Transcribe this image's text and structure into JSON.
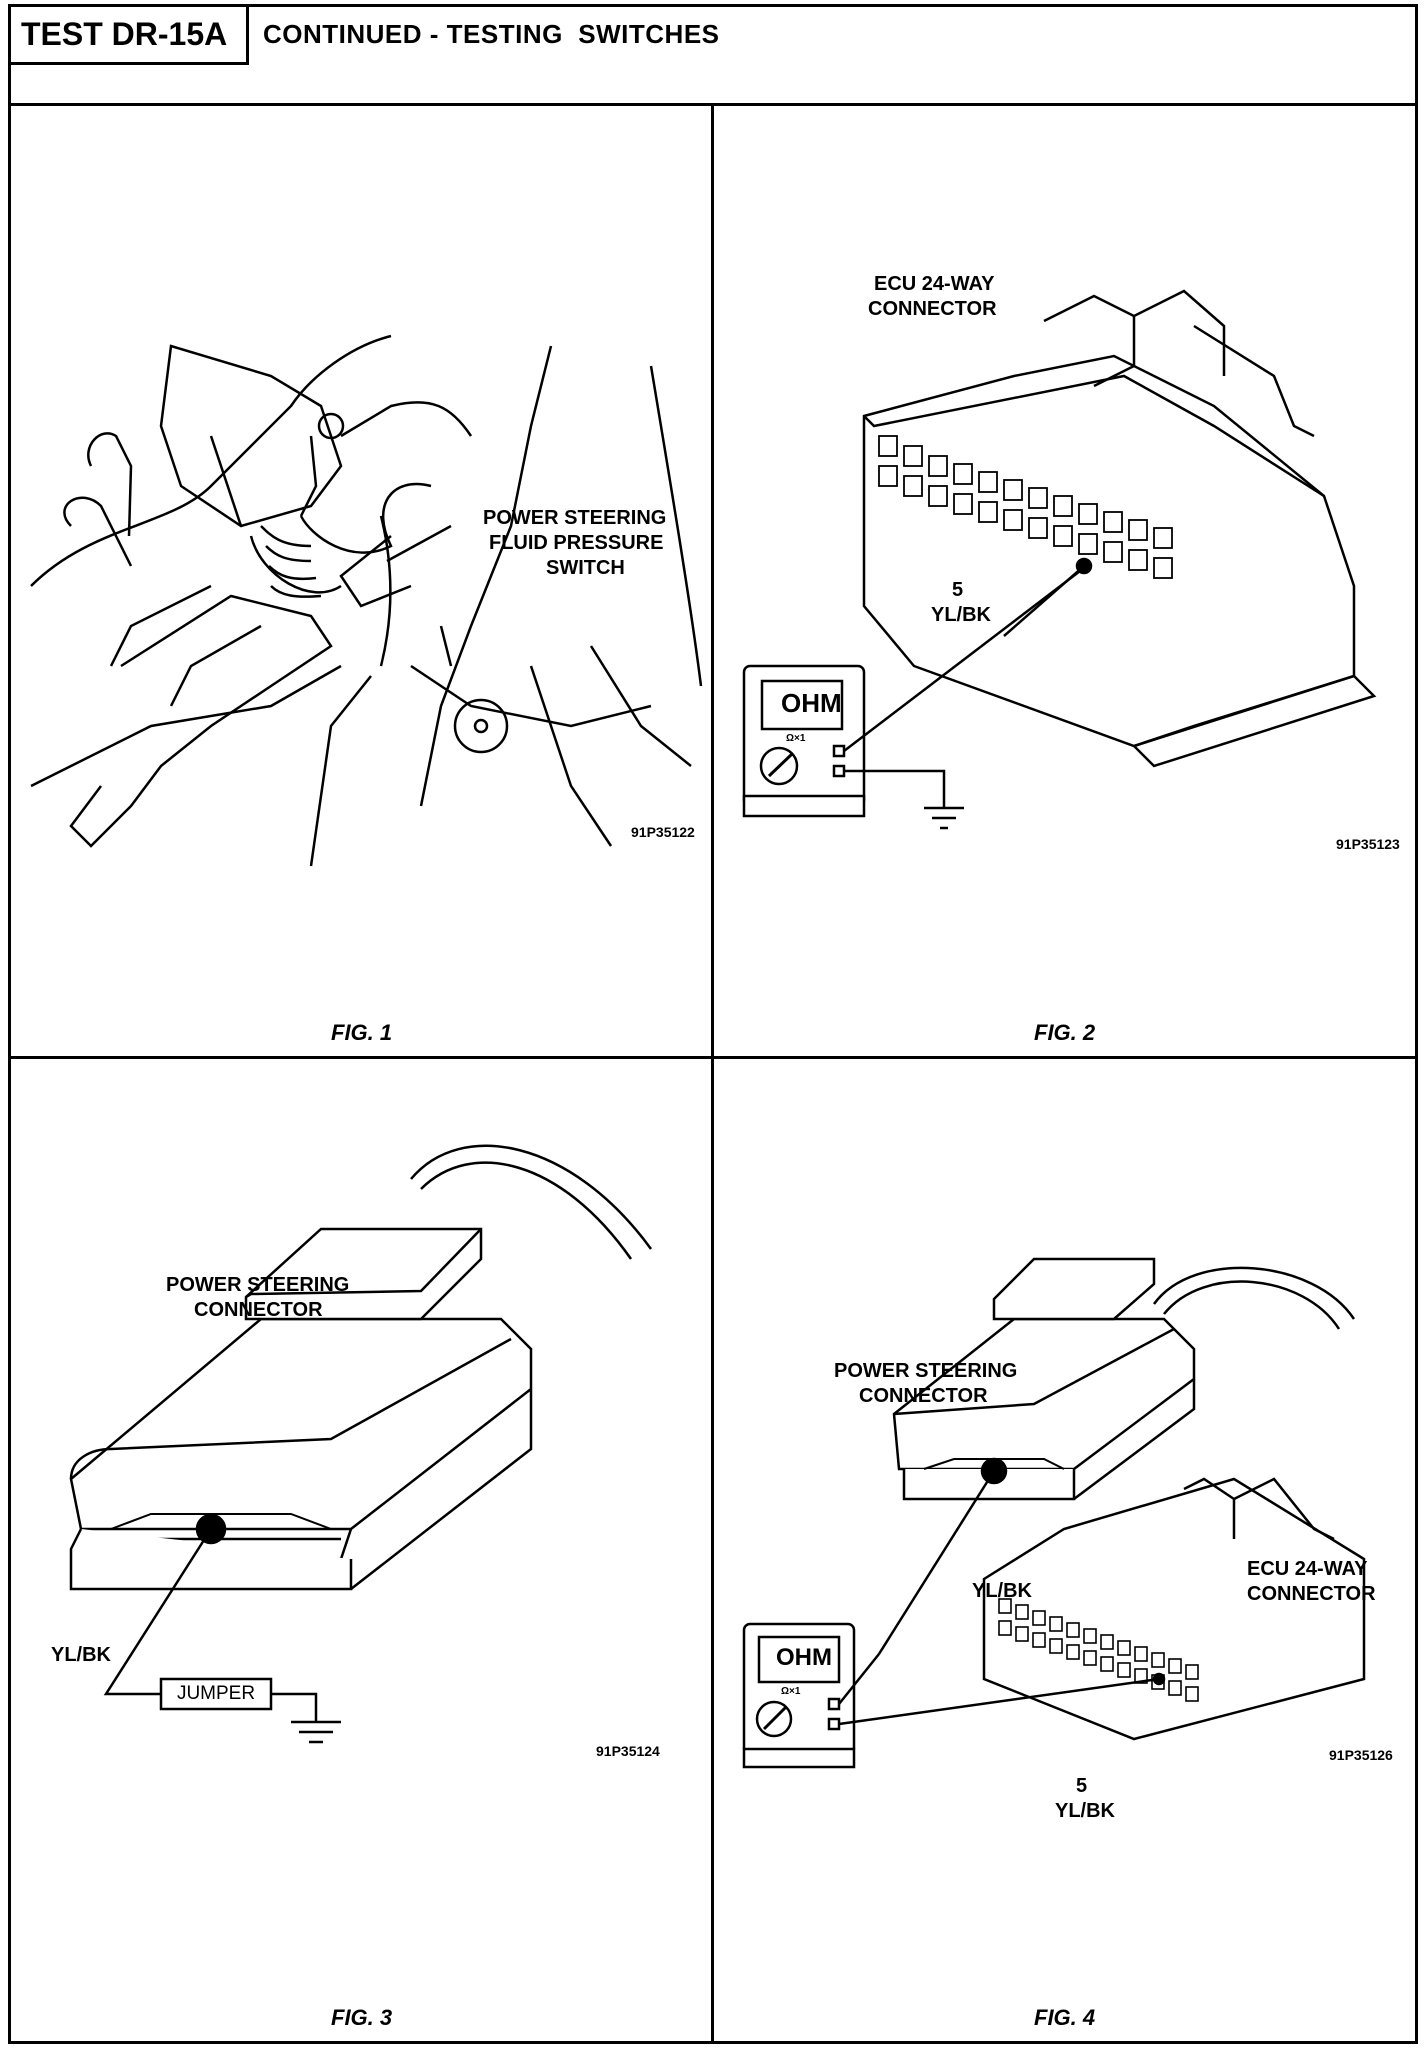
{
  "header": {
    "test_id": "TEST DR-15A",
    "title": "CONTINUED - TESTING  SWITCHES"
  },
  "figures": [
    {
      "caption": "FIG. 1",
      "code": "91P35122",
      "labels": {
        "switch_line1": "POWER STEERING",
        "switch_line2": "FLUID PRESSURE",
        "switch_line3": "SWITCH"
      }
    },
    {
      "caption": "FIG. 2",
      "code": "91P35123",
      "labels": {
        "ecu_line1": "ECU 24-WAY",
        "ecu_line2": "CONNECTOR",
        "pin": "5",
        "wire": "YL/BK",
        "meter": "OHM",
        "meter_scale": "Ω×1"
      }
    },
    {
      "caption": "FIG. 3",
      "code": "91P35124",
      "labels": {
        "ps_line1": "POWER STEERING",
        "ps_line2": "CONNECTOR",
        "wire": "YL/BK",
        "jumper": "JUMPER"
      }
    },
    {
      "caption": "FIG. 4",
      "code": "91P35126",
      "labels": {
        "ps_line1": "POWER STEERING",
        "ps_line2": "CONNECTOR",
        "wire_top": "YL/BK",
        "ecu_line1": "ECU 24-WAY",
        "ecu_line2": "CONNECTOR",
        "pin": "5",
        "wire": "YL/BK",
        "meter": "OHM",
        "meter_scale": "Ω×1"
      }
    }
  ]
}
